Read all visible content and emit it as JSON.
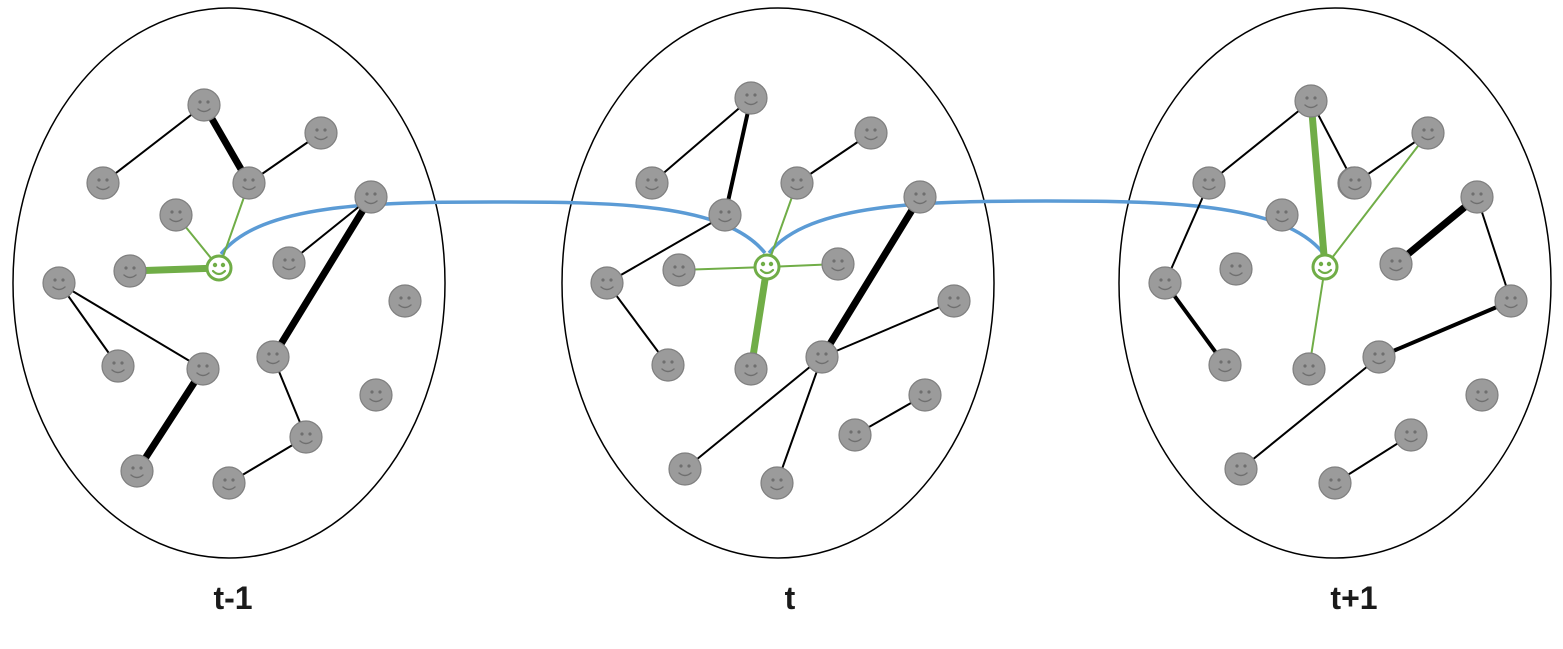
{
  "snapshots": [
    {
      "label": "t-1",
      "nodes": [
        {
          "id": "a1"
        },
        {
          "id": "a2"
        },
        {
          "id": "a3"
        },
        {
          "id": "a4"
        },
        {
          "id": "a5"
        },
        {
          "id": "a6"
        },
        {
          "id": "a7"
        },
        {
          "id": "a8"
        },
        {
          "id": "a9"
        },
        {
          "id": "a10"
        },
        {
          "id": "a11"
        },
        {
          "id": "a12"
        },
        {
          "id": "a13"
        },
        {
          "id": "a14"
        },
        {
          "id": "a15"
        },
        {
          "id": "a16"
        },
        {
          "id": "a17"
        },
        {
          "id": "a18",
          "focal": true
        }
      ],
      "edges": [
        {
          "from": "a1",
          "to": "a2",
          "weight": 1
        },
        {
          "from": "a1",
          "to": "a3",
          "weight": 3
        },
        {
          "from": "a3",
          "to": "a4",
          "weight": 1
        },
        {
          "from": "a7",
          "to": "a8",
          "weight": 1
        },
        {
          "from": "a7",
          "to": "a9",
          "weight": 1
        },
        {
          "from": "a9",
          "to": "a10",
          "weight": 3
        },
        {
          "from": "a6",
          "to": "a11",
          "weight": 1
        },
        {
          "from": "a6",
          "to": "a12",
          "weight": 3
        },
        {
          "from": "a12",
          "to": "a13",
          "weight": 1
        },
        {
          "from": "a13",
          "to": "a14",
          "weight": 1
        },
        {
          "from": "a18",
          "to": "a5",
          "weight": 1,
          "focal": true
        },
        {
          "from": "a18",
          "to": "a3",
          "weight": 1,
          "focal": true
        },
        {
          "from": "a18",
          "to": "a15",
          "weight": 3,
          "focal": true
        }
      ]
    },
    {
      "label": "t",
      "nodes": [
        {
          "id": "b1"
        },
        {
          "id": "b2"
        },
        {
          "id": "b3"
        },
        {
          "id": "b4"
        },
        {
          "id": "b5"
        },
        {
          "id": "b6"
        },
        {
          "id": "b7"
        },
        {
          "id": "b8"
        },
        {
          "id": "b9"
        },
        {
          "id": "b10"
        },
        {
          "id": "b11"
        },
        {
          "id": "b12"
        },
        {
          "id": "b13"
        },
        {
          "id": "b14"
        },
        {
          "id": "b15"
        },
        {
          "id": "b16"
        },
        {
          "id": "b17"
        },
        {
          "id": "b18",
          "focal": true
        }
      ],
      "edges": [
        {
          "from": "b1",
          "to": "b2",
          "weight": 1
        },
        {
          "from": "b1",
          "to": "b3",
          "weight": 2
        },
        {
          "from": "b3",
          "to": "b4",
          "weight": 1
        },
        {
          "from": "b4",
          "to": "b5",
          "weight": 1
        },
        {
          "from": "b6",
          "to": "b7",
          "weight": 1
        },
        {
          "from": "b8",
          "to": "b13",
          "weight": 3
        },
        {
          "from": "b9",
          "to": "b13",
          "weight": 1
        },
        {
          "from": "b12",
          "to": "b13",
          "weight": 1
        },
        {
          "from": "b13",
          "to": "b14",
          "weight": 1
        },
        {
          "from": "b13",
          "to": "b8",
          "weight": 2
        },
        {
          "from": "b10",
          "to": "b11",
          "weight": 1
        },
        {
          "from": "b18",
          "to": "b7",
          "weight": 1,
          "focal": true
        },
        {
          "from": "b18",
          "to": "b15",
          "weight": 1,
          "focal": true
        },
        {
          "from": "b18",
          "to": "b16",
          "weight": 1,
          "focal": true
        },
        {
          "from": "b18",
          "to": "b17",
          "weight": 3,
          "focal": true
        }
      ]
    },
    {
      "label": "t+1",
      "nodes": [
        {
          "id": "c1"
        },
        {
          "id": "c2"
        },
        {
          "id": "c3"
        },
        {
          "id": "c4"
        },
        {
          "id": "c5"
        },
        {
          "id": "c6"
        },
        {
          "id": "c7"
        },
        {
          "id": "c8"
        },
        {
          "id": "c9"
        },
        {
          "id": "c10"
        },
        {
          "id": "c11"
        },
        {
          "id": "c12"
        },
        {
          "id": "c13"
        },
        {
          "id": "c14"
        },
        {
          "id": "c15"
        },
        {
          "id": "c16"
        },
        {
          "id": "c17",
          "focal": true
        }
      ],
      "edges": [
        {
          "from": "c1",
          "to": "c2",
          "weight": 1
        },
        {
          "from": "c1",
          "to": "c3",
          "weight": 1
        },
        {
          "from": "c2",
          "to": "c4",
          "weight": 1
        },
        {
          "from": "c4",
          "to": "c5",
          "weight": 2
        },
        {
          "from": "c6",
          "to": "c7",
          "weight": 1
        },
        {
          "from": "c8",
          "to": "c9",
          "weight": 3
        },
        {
          "from": "c8",
          "to": "c10",
          "weight": 1
        },
        {
          "from": "c10",
          "to": "c11",
          "weight": 2
        },
        {
          "from": "c11",
          "to": "c12",
          "weight": 1
        },
        {
          "from": "c13",
          "to": "c14",
          "weight": 1
        },
        {
          "from": "c17",
          "to": "c1",
          "weight": 3,
          "focal": true
        },
        {
          "from": "c17",
          "to": "c6",
          "weight": 1,
          "focal": true
        },
        {
          "from": "c17",
          "to": "c16",
          "weight": 1,
          "focal": true
        }
      ]
    }
  ],
  "temporal_links": [
    {
      "from": "a18",
      "to": "b18"
    },
    {
      "from": "b18",
      "to": "c17"
    }
  ],
  "colors": {
    "node": "#9b9b9b",
    "node_stroke": "#7f7f7f",
    "focal": "#70ad47",
    "edge": "#000000",
    "focal_edge": "#70ad47",
    "temporal_link": "#5b9bd5",
    "ellipse_stroke": "#000000"
  },
  "icons": {
    "node": "smiley-face-icon",
    "focal": "smiley-face-icon"
  }
}
